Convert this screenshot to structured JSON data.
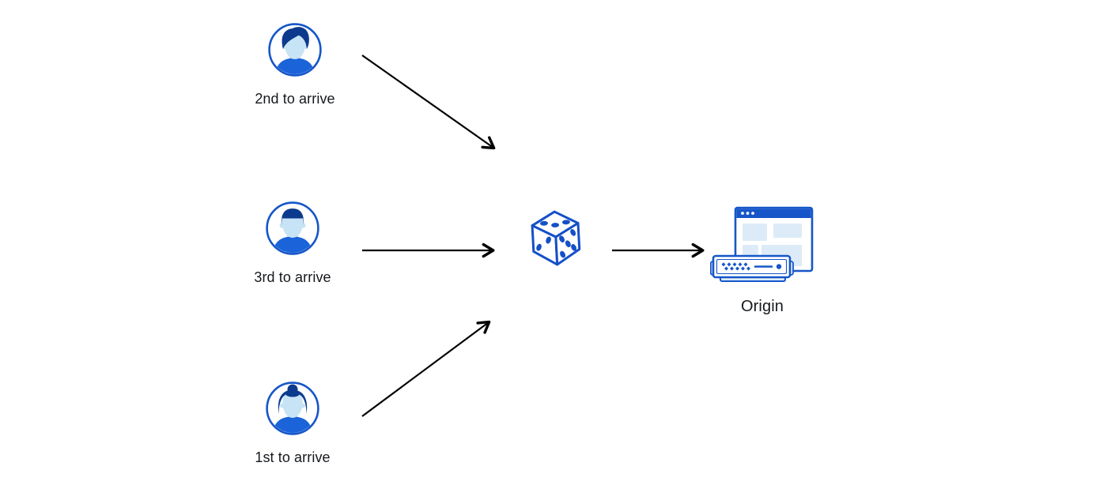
{
  "diagram": {
    "title": "request-coalescing-random-order-to-origin",
    "background": "#ffffff",
    "colors": {
      "primary_blue": "#1656c9",
      "shirt_blue": "#1b63d9",
      "hair_navy": "#0c3b8d",
      "face_light_blue": "#c7e3f6",
      "panel_light_blue": "#dcebf7",
      "arrow_black": "#000000",
      "text_color": "#15181d",
      "white": "#ffffff"
    },
    "nodes": {
      "user_second": {
        "label": "2nd to arrive",
        "icon": "male-quiff-avatar-icon"
      },
      "user_third": {
        "label": "3rd to arrive",
        "icon": "male-flattop-avatar-icon"
      },
      "user_first": {
        "label": "1st to arrive",
        "icon": "female-bun-avatar-icon"
      },
      "dice": {
        "icon": "dice-icon",
        "pips": {
          "top_face": 3,
          "left_face": 2,
          "right_face": 5
        }
      },
      "origin": {
        "label": "Origin",
        "icon": "browser-window-and-server-icon"
      }
    },
    "arrows": [
      {
        "from": "user_second",
        "to": "dice",
        "direction": "down-right"
      },
      {
        "from": "user_third",
        "to": "dice",
        "direction": "right"
      },
      {
        "from": "user_first",
        "to": "dice",
        "direction": "up-right"
      },
      {
        "from": "dice",
        "to": "origin",
        "direction": "right"
      }
    ]
  }
}
